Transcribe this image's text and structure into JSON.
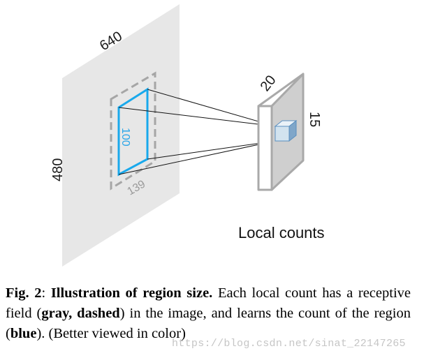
{
  "diagram": {
    "image_width_label": "640",
    "image_height_label": "480",
    "region_width_label": "139",
    "region_height_label": "100",
    "feature_width_label": "20",
    "feature_height_label": "15",
    "output_label": "Local counts"
  },
  "caption": {
    "figure_label": "Fig. 2",
    "sep": ": ",
    "title": "Illustration of region size.",
    "part1": "  Each local count has a receptive field (",
    "bold1": "gray, dashed",
    "part2": ") in the image, and learns the count of the region (",
    "bold2": "blue",
    "part3": "). (Better viewed in color)"
  },
  "watermark": "https://blog.csdn.net/sinat_22147265",
  "colors": {
    "image_plane": "#e7e7e7",
    "region": "#19a9ec",
    "receptive_field": "#a6a6a6",
    "feature_face": "#cfcfcf"
  }
}
